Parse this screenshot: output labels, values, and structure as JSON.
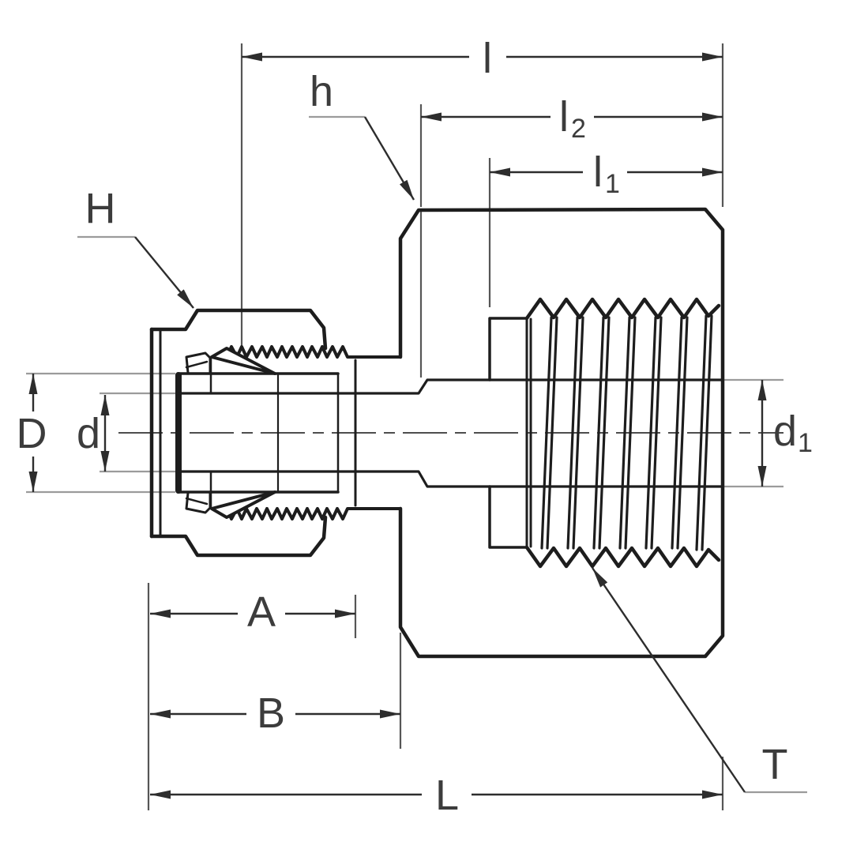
{
  "drawing": {
    "kind": "technical-dimension-diagram",
    "subject": "tube-fitting-female-connector-cross-section",
    "background": "#ffffff"
  },
  "colors": {
    "part_outline": "#1d1d1d",
    "dimension_line": "#2d2d2d",
    "extension_line": "#9b9b9b",
    "datum_line": "#565656",
    "centerline": "#4d4d4d",
    "label_text": "#3c3c3c"
  },
  "dim_labels": {
    "l": "l",
    "l2_base": "l",
    "l2_sub": "2",
    "l1_base": "l",
    "l1_sub": "1",
    "h": "h",
    "H": "H",
    "D": "D",
    "d": "d",
    "d1_base": "d",
    "d1_sub": "1",
    "A": "A",
    "B": "B",
    "L": "L",
    "T": "T"
  }
}
